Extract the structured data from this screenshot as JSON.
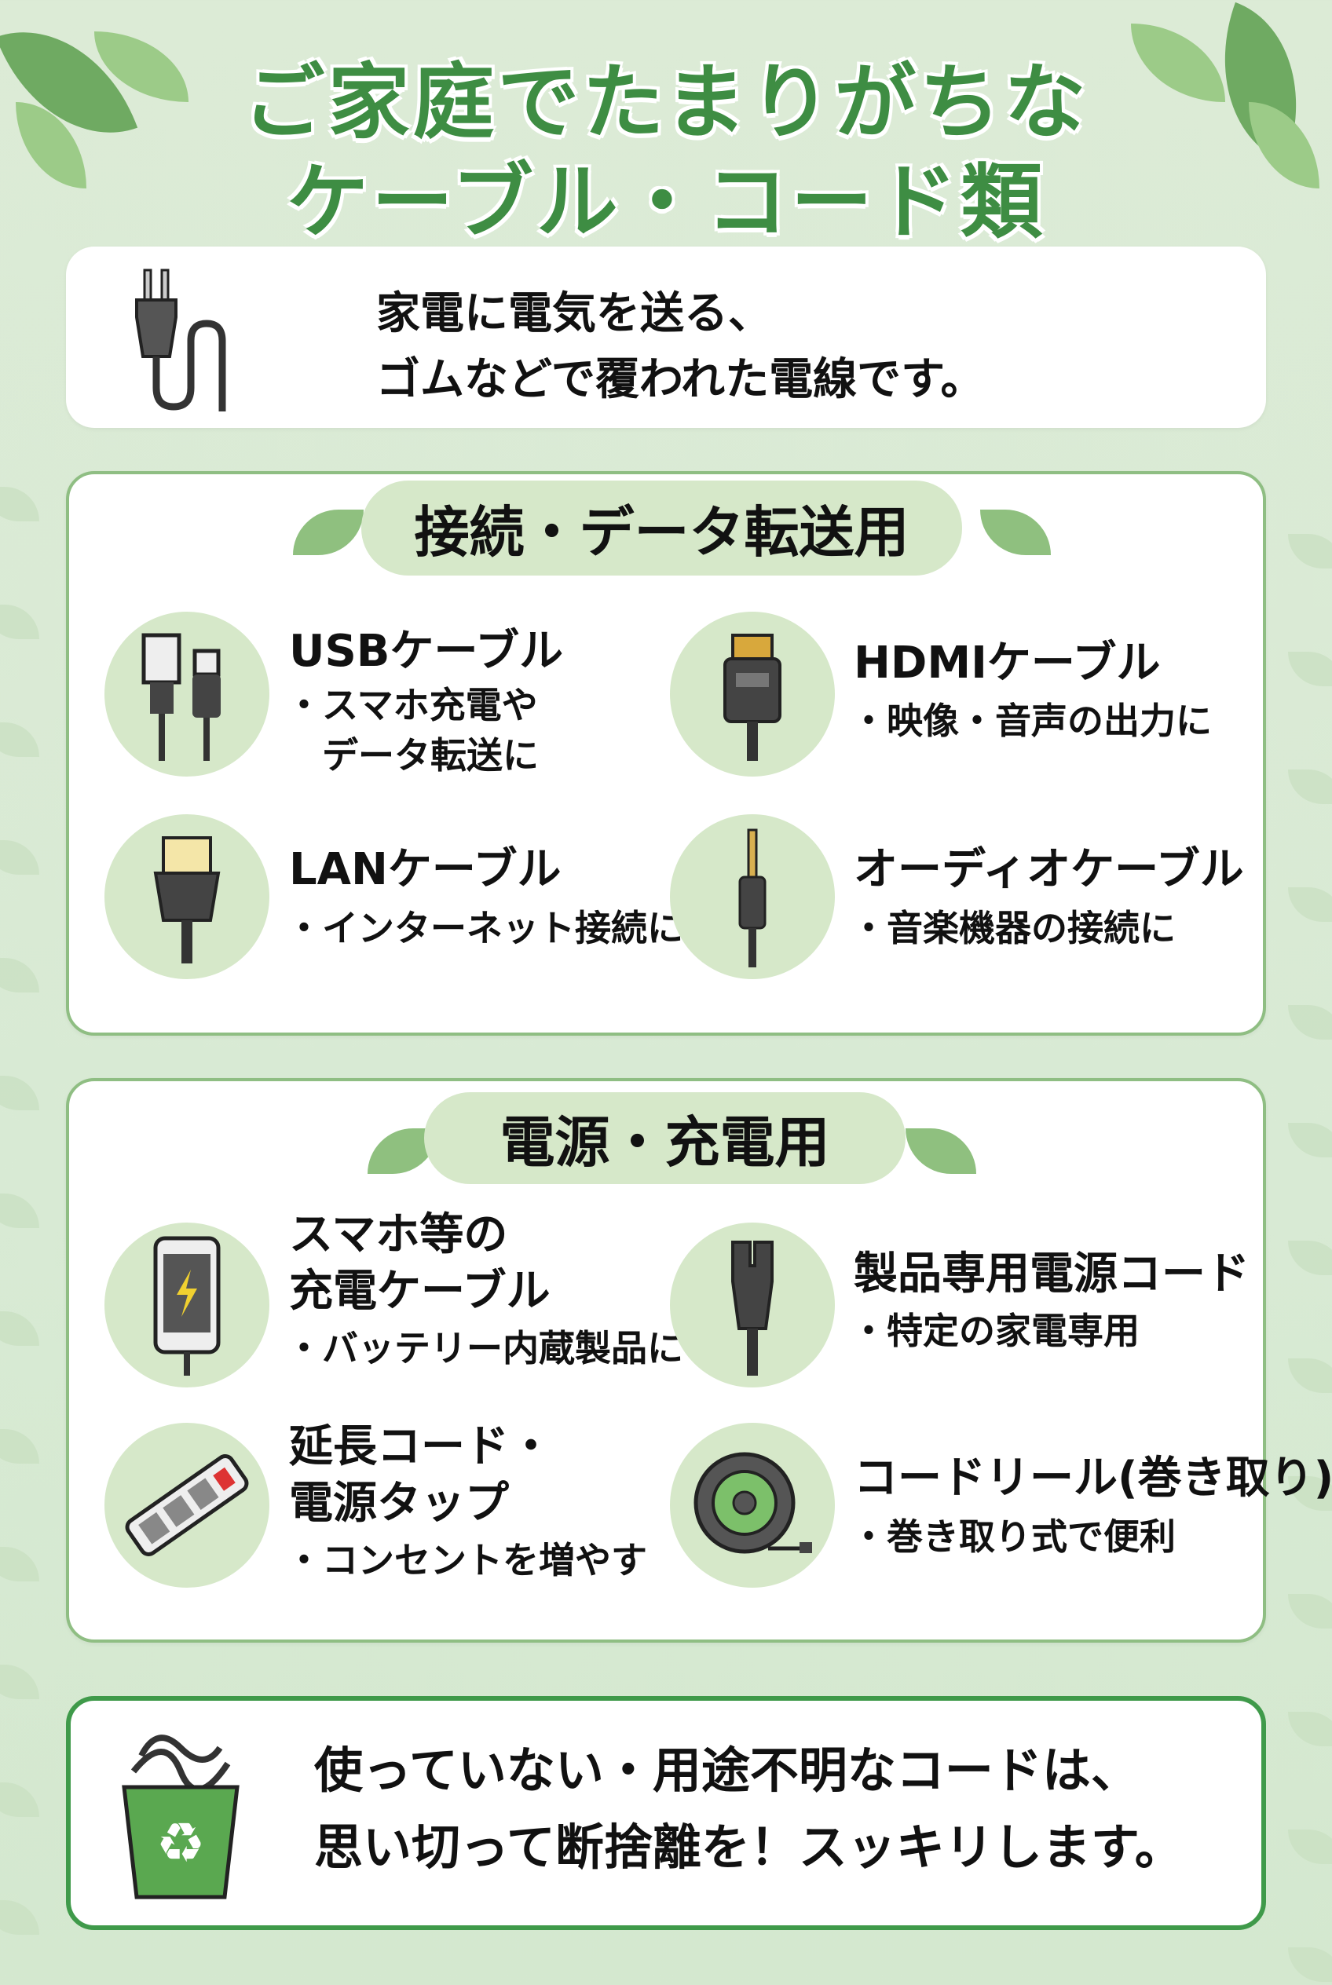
{
  "title": {
    "line1": "ご家庭でたまりがちな",
    "line2": "ケーブル・コード類"
  },
  "intro": {
    "icon": "plug-icon",
    "line1": "家電に電気を送る、",
    "line2": "ゴムなどで覆われた電線です。"
  },
  "sections": [
    {
      "heading": "接続・データ転送用",
      "items": [
        {
          "icon": "usb-cable-icon",
          "title": "USBケーブル",
          "sub": "・スマホ充電や\n　データ転送に"
        },
        {
          "icon": "hdmi-cable-icon",
          "title": "HDMIケーブル",
          "sub": "・映像・音声の出力に"
        },
        {
          "icon": "lan-cable-icon",
          "title": "LANケーブル",
          "sub": "・インターネット接続に"
        },
        {
          "icon": "audio-cable-icon",
          "title": "オーディオケーブル",
          "sub": "・音楽機器の接続に"
        }
      ]
    },
    {
      "heading": "電源・充電用",
      "items": [
        {
          "icon": "smartphone-charging-icon",
          "title": "スマホ等の\n充電ケーブル",
          "sub": "・バッテリー内蔵製品に"
        },
        {
          "icon": "power-cord-icon",
          "title": "製品専用電源コード",
          "sub": "・特定の家電専用"
        },
        {
          "icon": "power-strip-icon",
          "title": "延長コード・\n電源タップ",
          "sub": "・コンセントを増やす"
        },
        {
          "icon": "cord-reel-icon",
          "title": "コードリール(巻き取り)",
          "sub": "・巻き取り式で便利"
        }
      ]
    }
  ],
  "footer": {
    "icon": "recycle-bin-icon",
    "line1": "使っていない・用途不明なコードは、",
    "line2": "思い切って断捨離を！スッキリします。"
  },
  "colors": {
    "accent": "#3e8d43",
    "circle": "#d6e8c9",
    "border": "#8fbe83",
    "background": "#dcebd6"
  }
}
